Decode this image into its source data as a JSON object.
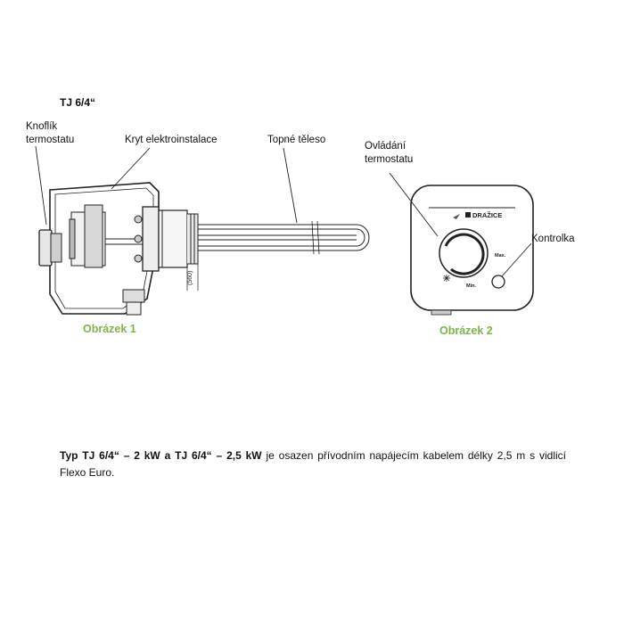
{
  "title": "TJ 6/4“",
  "figure1": {
    "label_knob": [
      "Knoflík",
      "termostatu"
    ],
    "label_cover": "Kryt elektroinstalace",
    "label_heater": "Topné těleso",
    "dimension": "(560)",
    "caption": "Obrázek 1"
  },
  "figure2": {
    "label_control": [
      "Ovládání",
      "termostatu"
    ],
    "label_lamp": "Kontrolka",
    "brand": "DRAŽICE",
    "max_mark": "Max.",
    "min_mark": "Min.",
    "caption": "Obrázek 2"
  },
  "paragraph": {
    "bold_part": "Typ TJ 6/4“ – 2 kW a TJ 6/4“ – 2,5 kW",
    "rest": " je osazen přívodním napájecím kabelem délky 2,5 m s vidlicí Flexo Euro."
  }
}
